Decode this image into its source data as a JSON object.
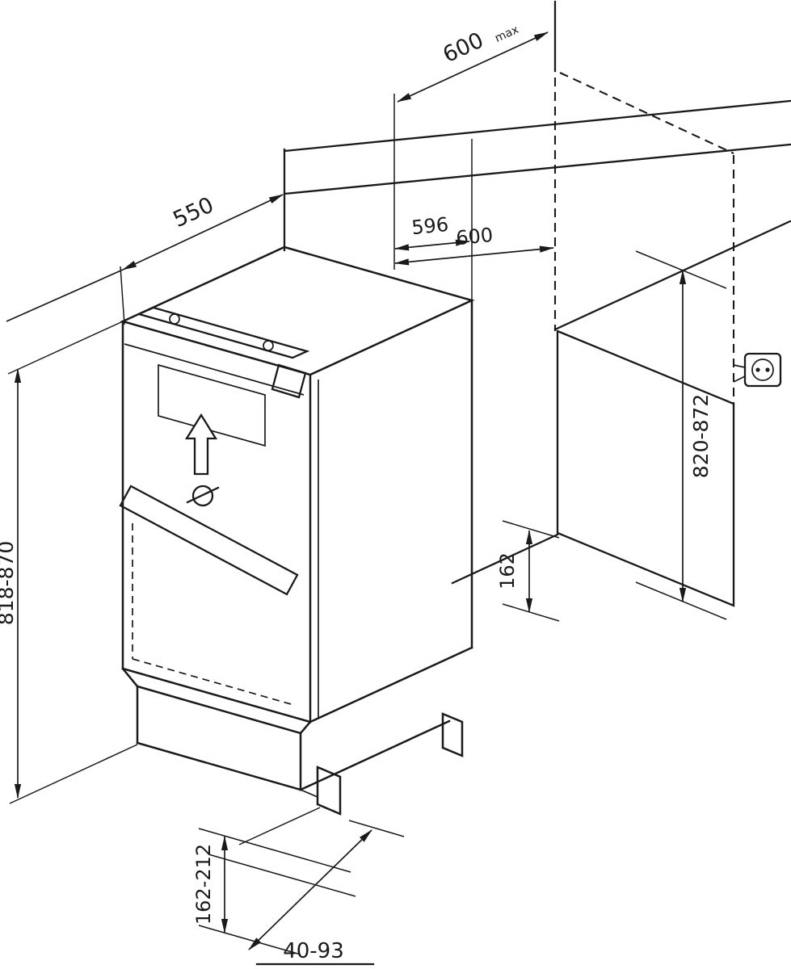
{
  "colors": {
    "line": "#1a1a1a",
    "background": "#ffffff"
  },
  "dimensions": {
    "max_depth": {
      "value": "600",
      "suffix": "max"
    },
    "appliance_depth": {
      "value": "550"
    },
    "appliance_width": {
      "value": "596"
    },
    "niche_width": {
      "value": "600"
    },
    "niche_height": {
      "value": "820-872"
    },
    "appliance_height": {
      "value": "818-870"
    },
    "rear_recess_height": {
      "value": "162"
    },
    "plinth_height_range": {
      "value": "162-212"
    },
    "plinth_depth_range": {
      "value": "40-93"
    }
  }
}
